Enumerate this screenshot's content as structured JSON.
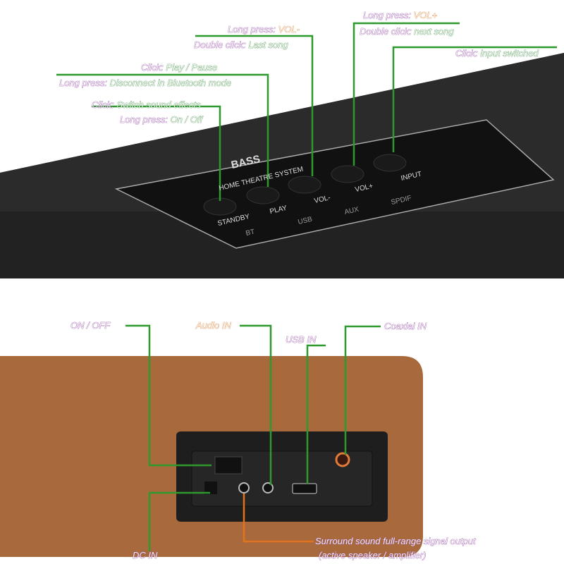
{
  "top_callouts": [
    {
      "key": "Long press:",
      "value": "VOL+"
    },
    {
      "key": "Double click:",
      "value": "next song"
    },
    {
      "key": "Long press:",
      "value": "VOL-"
    },
    {
      "key": "Double click:",
      "value": "Last song"
    },
    {
      "key": "Click:",
      "value": "input switched"
    },
    {
      "key": "Click:",
      "value": "Play / Pause"
    },
    {
      "key": "Long press:",
      "value": "Disconnect in Bluetooth mode"
    },
    {
      "key": "Click:",
      "value": "Switch sound effects"
    },
    {
      "key": "Long press:",
      "value": "On / Off"
    }
  ],
  "panel": {
    "brand": "BASS",
    "subtitle": "HOME THEATRE SYSTEM",
    "buttons": [
      "STANDBY",
      "PLAY",
      "VOL-",
      "VOL+",
      "INPUT"
    ],
    "modes": [
      "BT",
      "USB",
      "AUX",
      "SPDIF"
    ]
  },
  "bottom_callouts": {
    "on_off": "ON / OFF",
    "audio_in": "Audio IN",
    "usb_in": "USB IN",
    "coaxial_in": "Coaxial IN",
    "dc_in": "DC IN",
    "surround_1": "Surround sound full-range signal output",
    "surround_2": "(active speaker / amplifier)"
  },
  "colors": {
    "leader_line": "#2e9a2e",
    "surround_line": "#e0731c",
    "wood": "#a86a3c",
    "body": "#1c1c1c"
  }
}
